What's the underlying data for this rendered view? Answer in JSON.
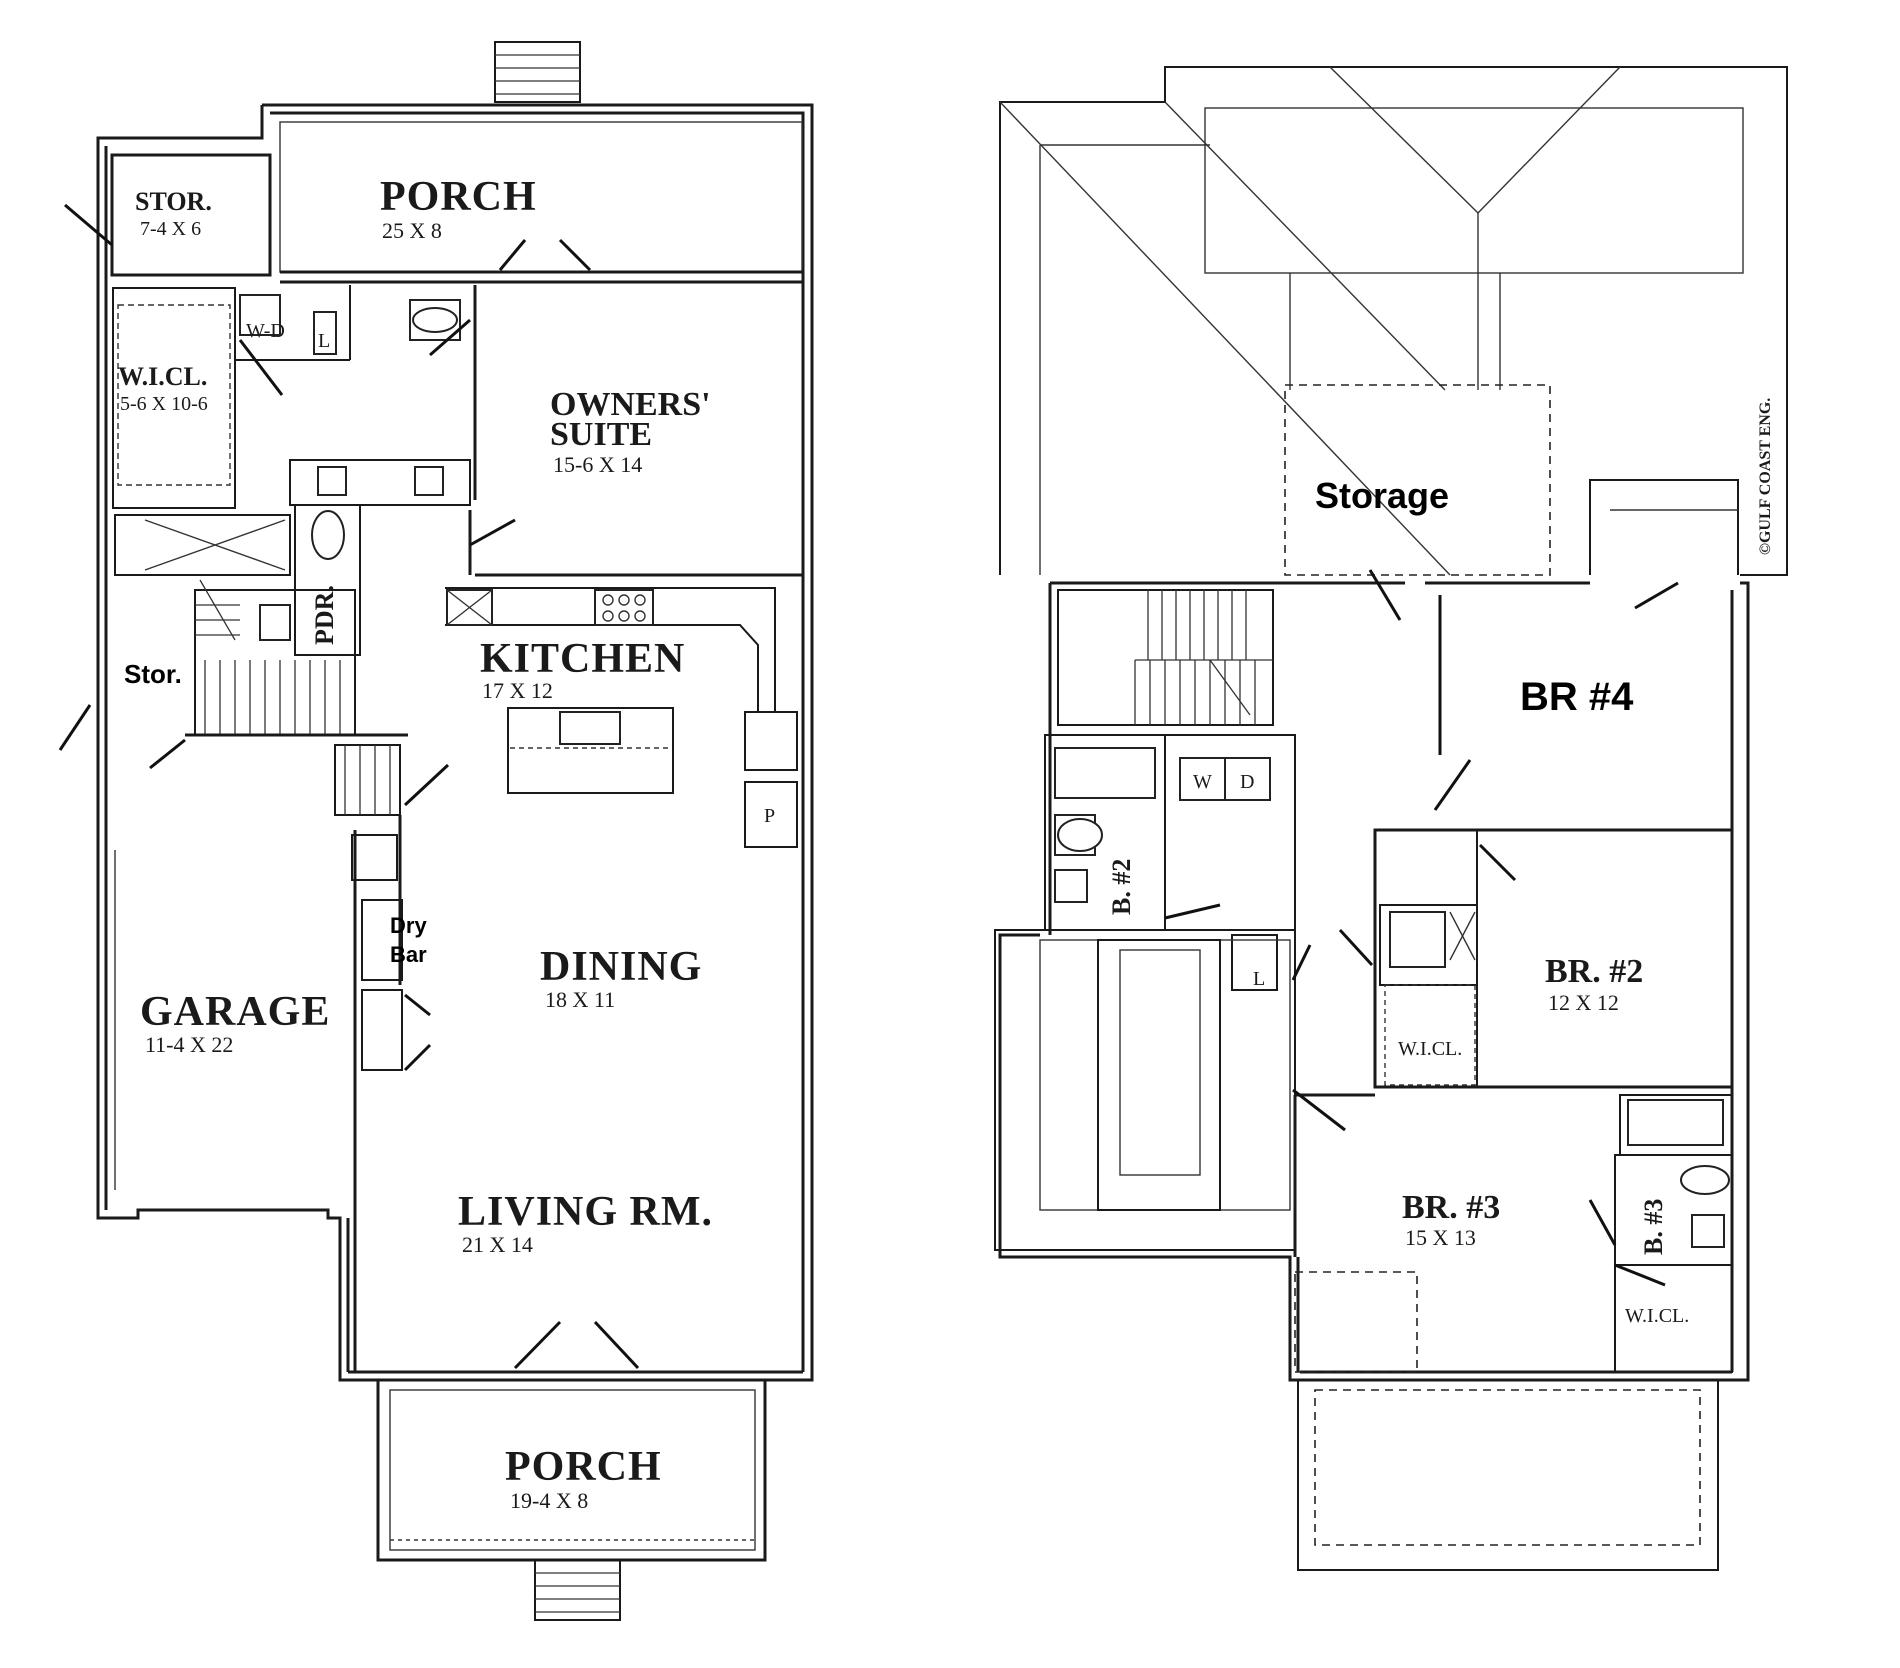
{
  "first_floor": {
    "stor": {
      "name": "STOR.",
      "dim": "7-4 X 6"
    },
    "porch_rear": {
      "name": "PORCH",
      "dim": "25 X 8"
    },
    "wicl": {
      "name": "W.I.CL.",
      "dim": "5-6 X 10-6"
    },
    "wd": "W-D",
    "l_mark": "L",
    "owners_suite": {
      "name_line1": "OWNERS'",
      "name_line2": "SUITE",
      "dim": "15-6 X 14"
    },
    "pdr": "PDR.",
    "kitchen": {
      "name": "KITCHEN",
      "dim": "17 X 12"
    },
    "stor_small": "Stor.",
    "pantry": "P",
    "dry_bar": {
      "line1": "Dry",
      "line2": "Bar"
    },
    "dining": {
      "name": "DINING",
      "dim": "18 X 11"
    },
    "garage": {
      "name": "GARAGE",
      "dim": "11-4 X 22"
    },
    "living": {
      "name": "LIVING RM.",
      "dim": "21 X 14"
    },
    "porch_front": {
      "name": "PORCH",
      "dim": "19-4 X 8"
    }
  },
  "second_floor": {
    "storage": "Storage",
    "br4": "BR #4",
    "w": "W",
    "d": "D",
    "bath2": "B. #2",
    "l_mark": "L",
    "br2": {
      "name": "BR. #2",
      "dim": "12 X 12"
    },
    "wicl_2": "W.I.CL.",
    "br3": {
      "name": "BR. #3",
      "dim": "15 X 13"
    },
    "bath3": "B. #3",
    "wicl_3": "W.I.CL."
  },
  "watermark": "©GULF COAST ENG."
}
